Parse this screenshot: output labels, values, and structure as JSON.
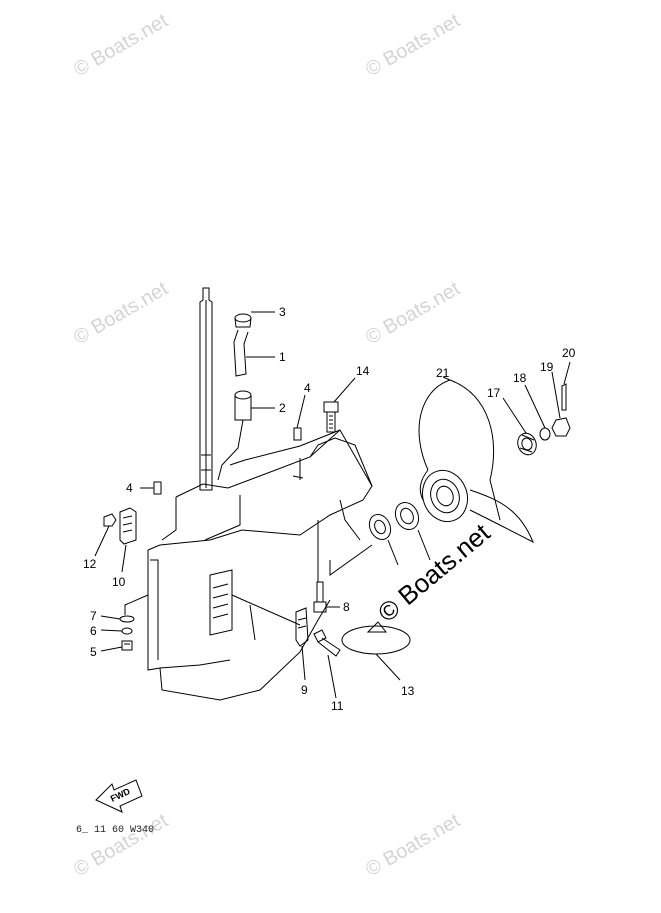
{
  "watermark": {
    "text": "© Boats.net",
    "featured_text": "© Boats.net"
  },
  "callouts": [
    {
      "id": "1",
      "label": "1"
    },
    {
      "id": "2",
      "label": "2"
    },
    {
      "id": "3",
      "label": "3"
    },
    {
      "id": "4a",
      "label": "4"
    },
    {
      "id": "4b",
      "label": "4"
    },
    {
      "id": "5",
      "label": "5"
    },
    {
      "id": "6",
      "label": "6"
    },
    {
      "id": "7",
      "label": "7"
    },
    {
      "id": "8",
      "label": "8"
    },
    {
      "id": "9",
      "label": "9"
    },
    {
      "id": "10",
      "label": "10"
    },
    {
      "id": "11",
      "label": "11"
    },
    {
      "id": "12",
      "label": "12"
    },
    {
      "id": "13",
      "label": "13"
    },
    {
      "id": "14",
      "label": "14"
    },
    {
      "id": "17",
      "label": "17"
    },
    {
      "id": "18",
      "label": "18"
    },
    {
      "id": "19",
      "label": "19"
    },
    {
      "id": "20",
      "label": "20"
    },
    {
      "id": "21",
      "label": "21"
    }
  ],
  "fwd_arrow": {
    "label": "FWD"
  },
  "figure_code": "6_ 11 60 W340",
  "colors": {
    "line": "#000000",
    "watermark": "#d4d4d4",
    "background": "#ffffff"
  }
}
